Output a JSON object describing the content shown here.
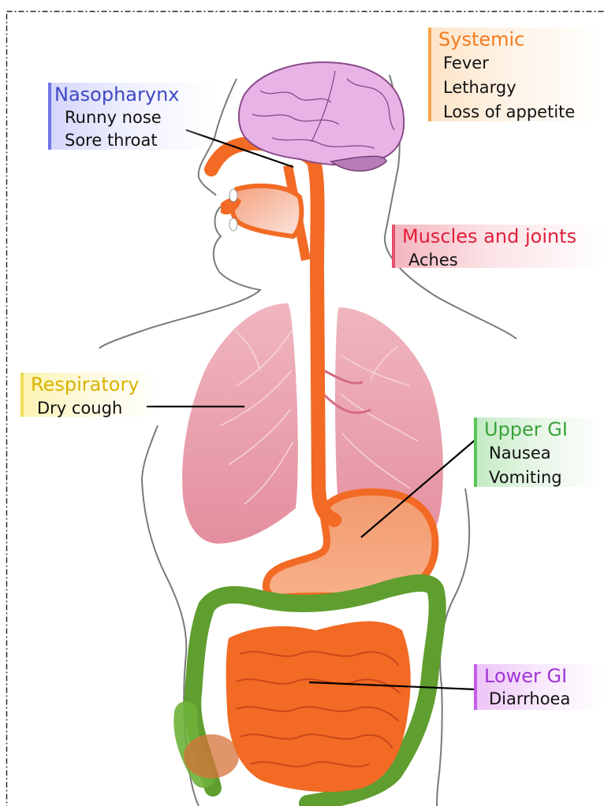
{
  "labels": {
    "nasopharynx": {
      "title": "Nasopharynx",
      "items": [
        "Runny nose",
        "Sore throat"
      ],
      "color": "#3f48c4"
    },
    "systemic": {
      "title": "Systemic",
      "items": [
        "Fever",
        "Lethargy",
        "Loss of appetite"
      ],
      "color": "#f47a20"
    },
    "muscles": {
      "title": "Muscles and joints",
      "items": [
        "Aches"
      ],
      "color": "#e0203c"
    },
    "respiratory": {
      "title": "Respiratory",
      "items": [
        "Dry cough"
      ],
      "color": "#d8b400"
    },
    "upper_gi": {
      "title": "Upper GI",
      "items": [
        "Nausea",
        "Vomiting"
      ],
      "color": "#3aa23a"
    },
    "lower_gi": {
      "title": "Lower GI",
      "items": [
        "Diarrhoea"
      ],
      "color": "#a033d8"
    }
  },
  "colors": {
    "gi_tract": "#f26a24",
    "lungs": "#e99aaa",
    "brain": "#e8b4e6",
    "colon": "#5f9e2f",
    "body_outline": "#7a7a7a",
    "frame": "#222222"
  },
  "organs": [
    "brain-icon",
    "lungs-icon",
    "stomach-icon",
    "small-intestine-icon",
    "colon-icon",
    "esophagus-icon"
  ]
}
